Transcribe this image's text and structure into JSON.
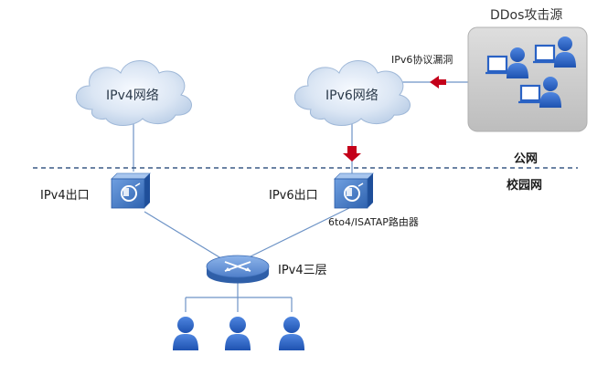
{
  "attack": {
    "title": "DDos攻击源",
    "vuln_label": "IPv6协议漏洞"
  },
  "clouds": {
    "ipv4": "IPv4网络",
    "ipv6": "IPv6网络"
  },
  "zones": {
    "public": "公网",
    "campus": "校园网"
  },
  "exits": {
    "ipv4": "IPv4出口",
    "ipv6": "IPv6出口",
    "ipv6_sub": "6to4/ISATAP路由器"
  },
  "router": {
    "label": "IPv4三层"
  },
  "icons": {
    "cloud": "cloud-icon",
    "firewall": "firewall-device-icon",
    "router": "router-icon",
    "user": "user-icon",
    "attacker": "attacker-computer-icon"
  },
  "colors": {
    "line": "#4a76b0",
    "arrow": "#c4001a",
    "cloud_fill": "#ccdbee",
    "device_blue": "#3d74c2",
    "attack_box": "#cbcbcb",
    "user_blue": "#2a62c4"
  }
}
